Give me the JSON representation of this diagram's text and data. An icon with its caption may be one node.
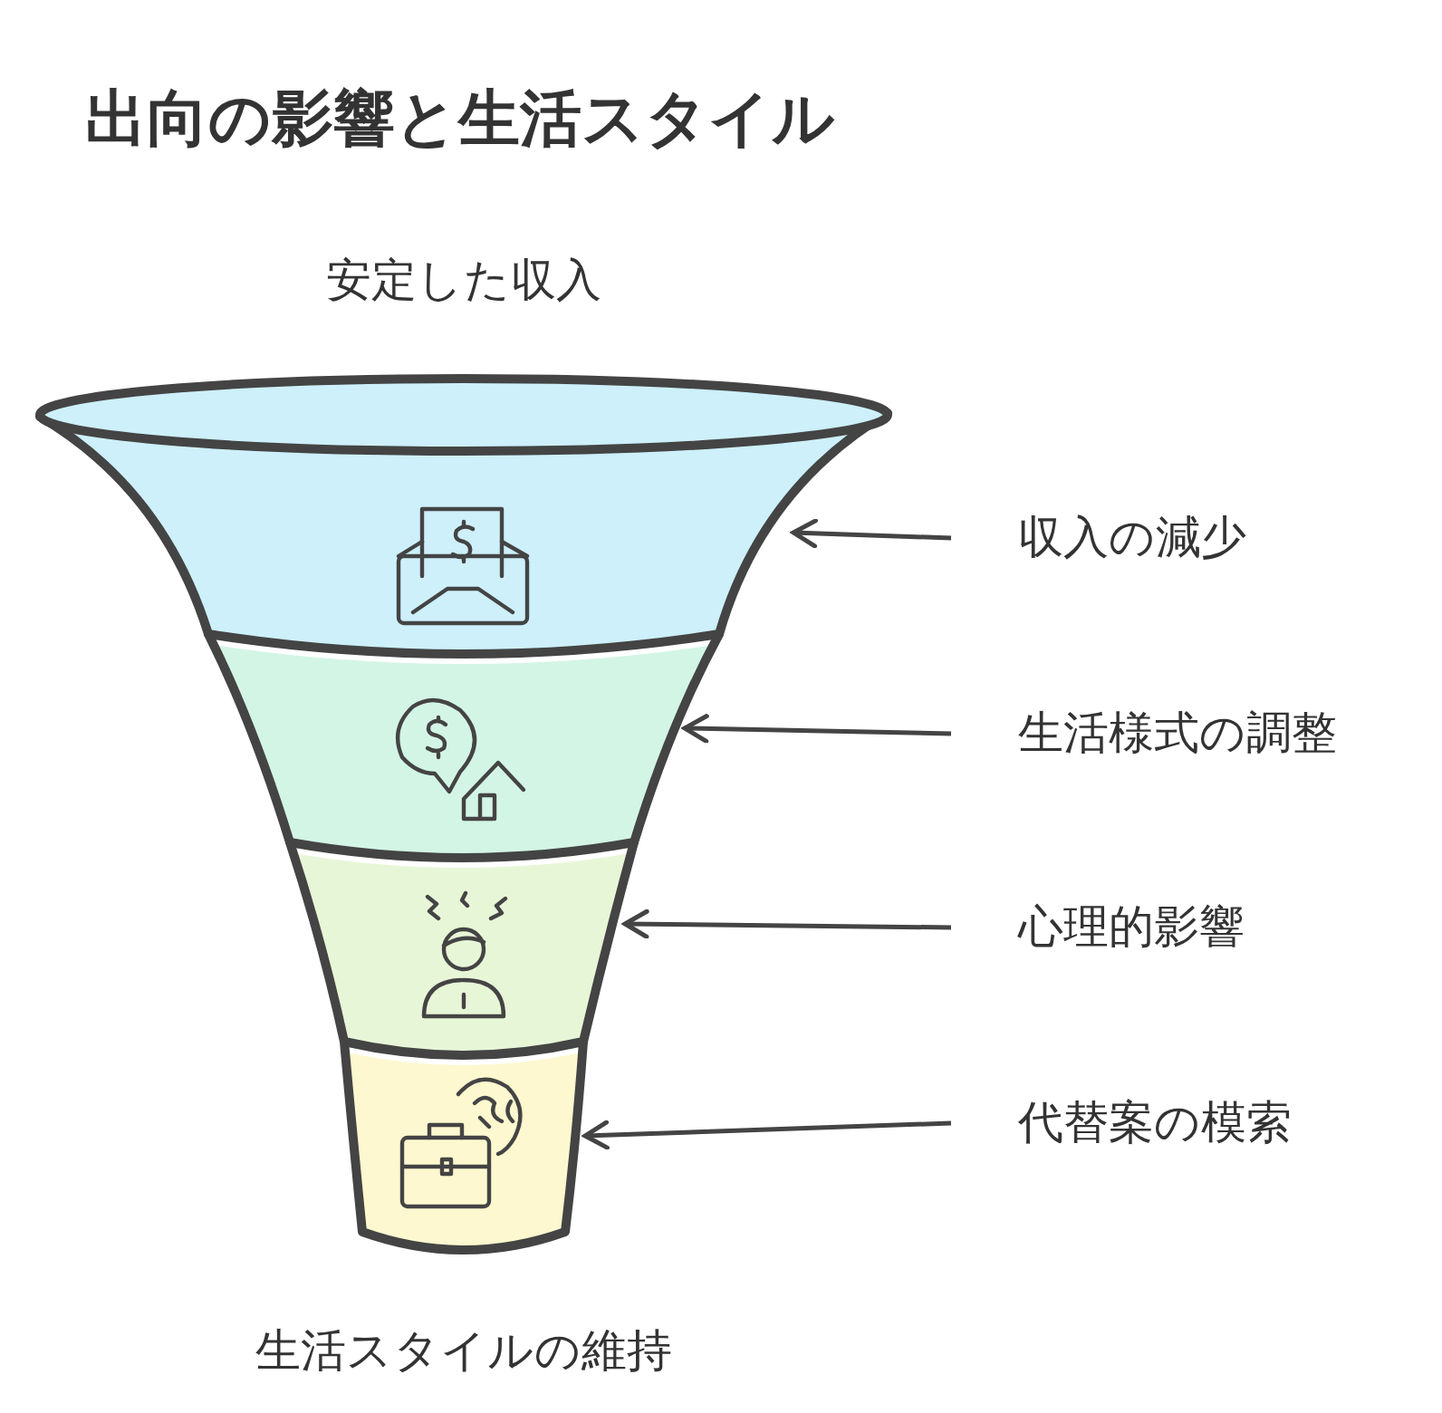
{
  "diagram": {
    "title": "出向の影響と生活スタイル",
    "nodes": [
      {
        "text": [],
        "shape": "band"
      },
      {
        "text": [],
        "shape": "band"
      },
      {
        "text": [],
        "shape": "band"
      },
      {
        "text": [],
        "shape": "band"
      },
      {
        "text": [
          "収入の減少"
        ]
      },
      {
        "text": [
          "生活様式の調整"
        ]
      },
      {
        "text": [
          "心理的影響"
        ]
      },
      {
        "text": [
          "代替案の模索"
        ]
      }
    ],
    "edges": [
      {
        "from": 4,
        "to": 0,
        "arrow": "to"
      },
      {
        "from": 5,
        "to": 1,
        "arrow": "to"
      },
      {
        "from": 6,
        "to": 2,
        "arrow": "to"
      },
      {
        "from": 7,
        "to": 3,
        "arrow": "to"
      }
    ],
    "labels": [
      "安定した収入",
      "生活スタイルの維持"
    ]
  }
}
